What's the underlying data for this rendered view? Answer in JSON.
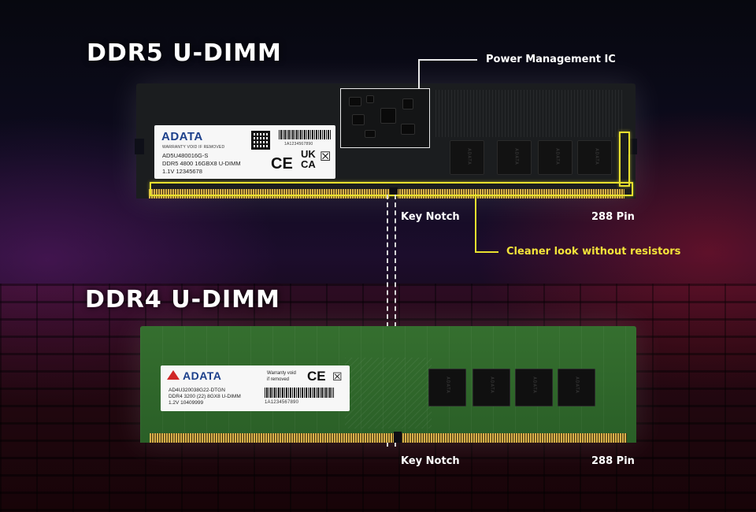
{
  "headings": {
    "ddr5": "DDR5 U-DIMM",
    "ddr4": "DDR4 U-DIMM"
  },
  "callouts": {
    "pmic": "Power Management IC",
    "key_notch_top": "Key Notch",
    "pins_top": "288 Pin",
    "cleaner": "Cleaner look without resistors",
    "key_notch_bottom": "Key Notch",
    "pins_bottom": "288 Pin"
  },
  "ddr5_label": {
    "brand": "ADATA",
    "warranty": "WARRANTY VOID IF REMOVED",
    "barcode_text": "1A1234567890",
    "part": "AD5U480016G-S",
    "spec": "DDR5 4800 16GBX8 U-DIMM",
    "voltage": "1.1V  12345678",
    "ce": "CE",
    "ukca_top": "UK",
    "ukca_bottom": "CA",
    "chip_text": "ADATA"
  },
  "ddr4_label": {
    "brand": "ADATA",
    "warranty_l1": "Warranty void",
    "warranty_l2": "if removed",
    "ce": "CE",
    "part": "AD4U320038G22-DTGN",
    "spec": "DDR4 3200 (22) 8GX8 U-DIMM",
    "voltage": "1.2V    10409999",
    "barcode_text": "1A1234567890",
    "chip_text": "ADATA"
  },
  "colors": {
    "highlight": "#e8e02e",
    "ddr5_pcb": "#1b1d1f",
    "ddr4_pcb": "#2f6a2b",
    "brand_blue": "#1b3f8b"
  }
}
